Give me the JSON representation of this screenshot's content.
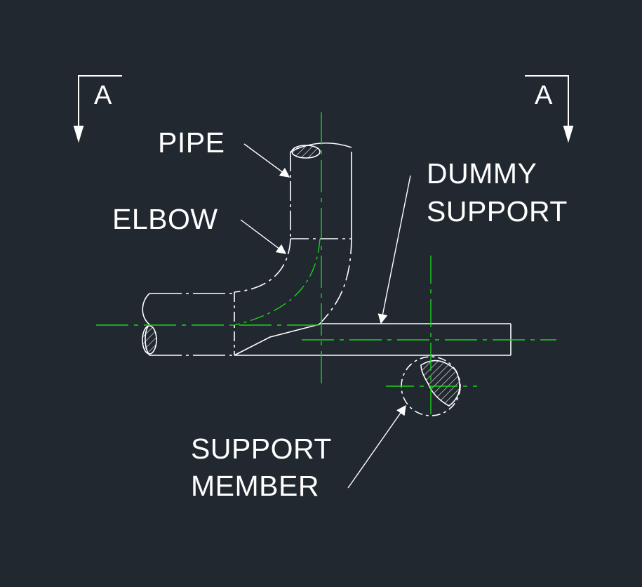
{
  "section_marker_left": "A",
  "section_marker_right": "A",
  "labels": {
    "pipe": "PIPE",
    "elbow": "ELBOW",
    "dummy_support_line1": "DUMMY",
    "dummy_support_line2": "SUPPORT",
    "support_member_line1": "SUPPORT",
    "support_member_line2": "MEMBER"
  },
  "colors": {
    "background": "#212830",
    "outline": "#ffffff",
    "centerline": "#19d219"
  }
}
